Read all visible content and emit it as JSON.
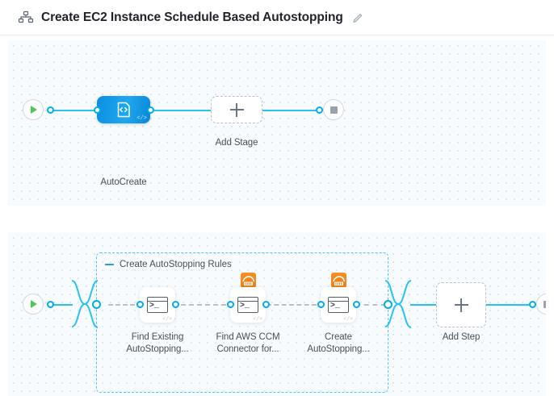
{
  "header": {
    "icon": "pipeline-nodes-icon",
    "title": "Create EC2 Instance Schedule Based Autostopping",
    "edit_icon": "pencil-edit-icon"
  },
  "colors": {
    "accent_blue": "#29c2f0",
    "node_blue": "#0d8fe0",
    "start_green": "#4dc952",
    "end_gray": "#9aa2ad",
    "aws_orange": "#ef7c13",
    "group_border": "#4fc3f7",
    "canvas_bg": "#f7fbfd",
    "grid_dot": "#d6e3ee"
  },
  "stage_row": {
    "start_node": {
      "icon": "play-icon",
      "name": "pipeline-start"
    },
    "nodes": [
      {
        "id": "autocreate",
        "label": "AutoCreate",
        "icon": "code-template-icon",
        "type": "stage"
      }
    ],
    "add_stage": {
      "label": "Add Stage",
      "icon": "plus-icon"
    },
    "end_node": {
      "icon": "stop-icon",
      "name": "pipeline-end"
    }
  },
  "step_row": {
    "start_node": {
      "icon": "play-icon",
      "name": "stage-start"
    },
    "group": {
      "label": "Create AutoStopping Rules",
      "collapse_icon": "minus-collapse-icon"
    },
    "steps": [
      {
        "id": "find-existing-autostopping",
        "label": "Find Existing\nAutoStopping...",
        "icon": "shell-script-icon",
        "badge": null
      },
      {
        "id": "find-aws-ccm-connector",
        "label": "Find AWS CCM\nConnector for...",
        "icon": "shell-script-icon",
        "badge": "aws-icon"
      },
      {
        "id": "create-autostopping",
        "label": "Create\nAutoStopping...",
        "icon": "shell-script-icon",
        "badge": "aws-icon"
      }
    ],
    "add_step": {
      "label": "Add Step",
      "icon": "plus-icon"
    },
    "end_node": {
      "icon": "stop-icon",
      "name": "stage-end"
    }
  }
}
